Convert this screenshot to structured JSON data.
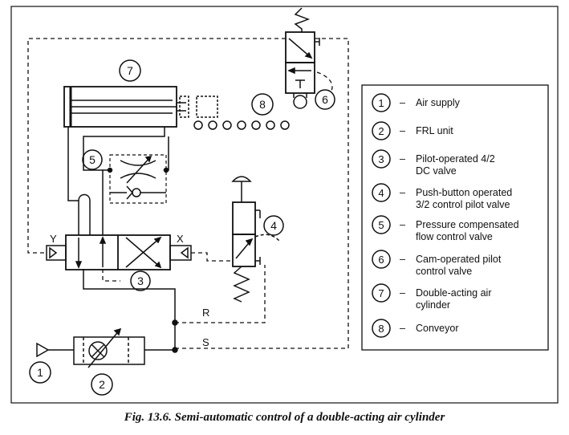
{
  "diagram": {
    "caption": "Fig. 13.6. Semi-automatic control of a double-acting air cylinder",
    "component_numbers": [
      "1",
      "2",
      "3",
      "4",
      "5",
      "6",
      "7",
      "8"
    ],
    "port_labels": {
      "y": "Y",
      "x": "X",
      "r": "R",
      "s": "S"
    },
    "legend": [
      {
        "num": "1",
        "dash": "–",
        "lines": [
          "Air supply"
        ]
      },
      {
        "num": "2",
        "dash": "–",
        "lines": [
          "FRL unit"
        ]
      },
      {
        "num": "3",
        "dash": "–",
        "lines": [
          "Pilot-operated 4/2",
          "DC valve"
        ]
      },
      {
        "num": "4",
        "dash": "–",
        "lines": [
          "Push-button operated",
          "3/2 control pilot valve"
        ]
      },
      {
        "num": "5",
        "dash": "–",
        "lines": [
          "Pressure compensated",
          "flow control valve"
        ]
      },
      {
        "num": "6",
        "dash": "–",
        "lines": [
          "Cam-operated pilot",
          "control valve"
        ]
      },
      {
        "num": "7",
        "dash": "–",
        "lines": [
          "Double-acting air",
          "cylinder"
        ]
      },
      {
        "num": "8",
        "dash": "–",
        "lines": [
          "Conveyor"
        ]
      }
    ]
  }
}
